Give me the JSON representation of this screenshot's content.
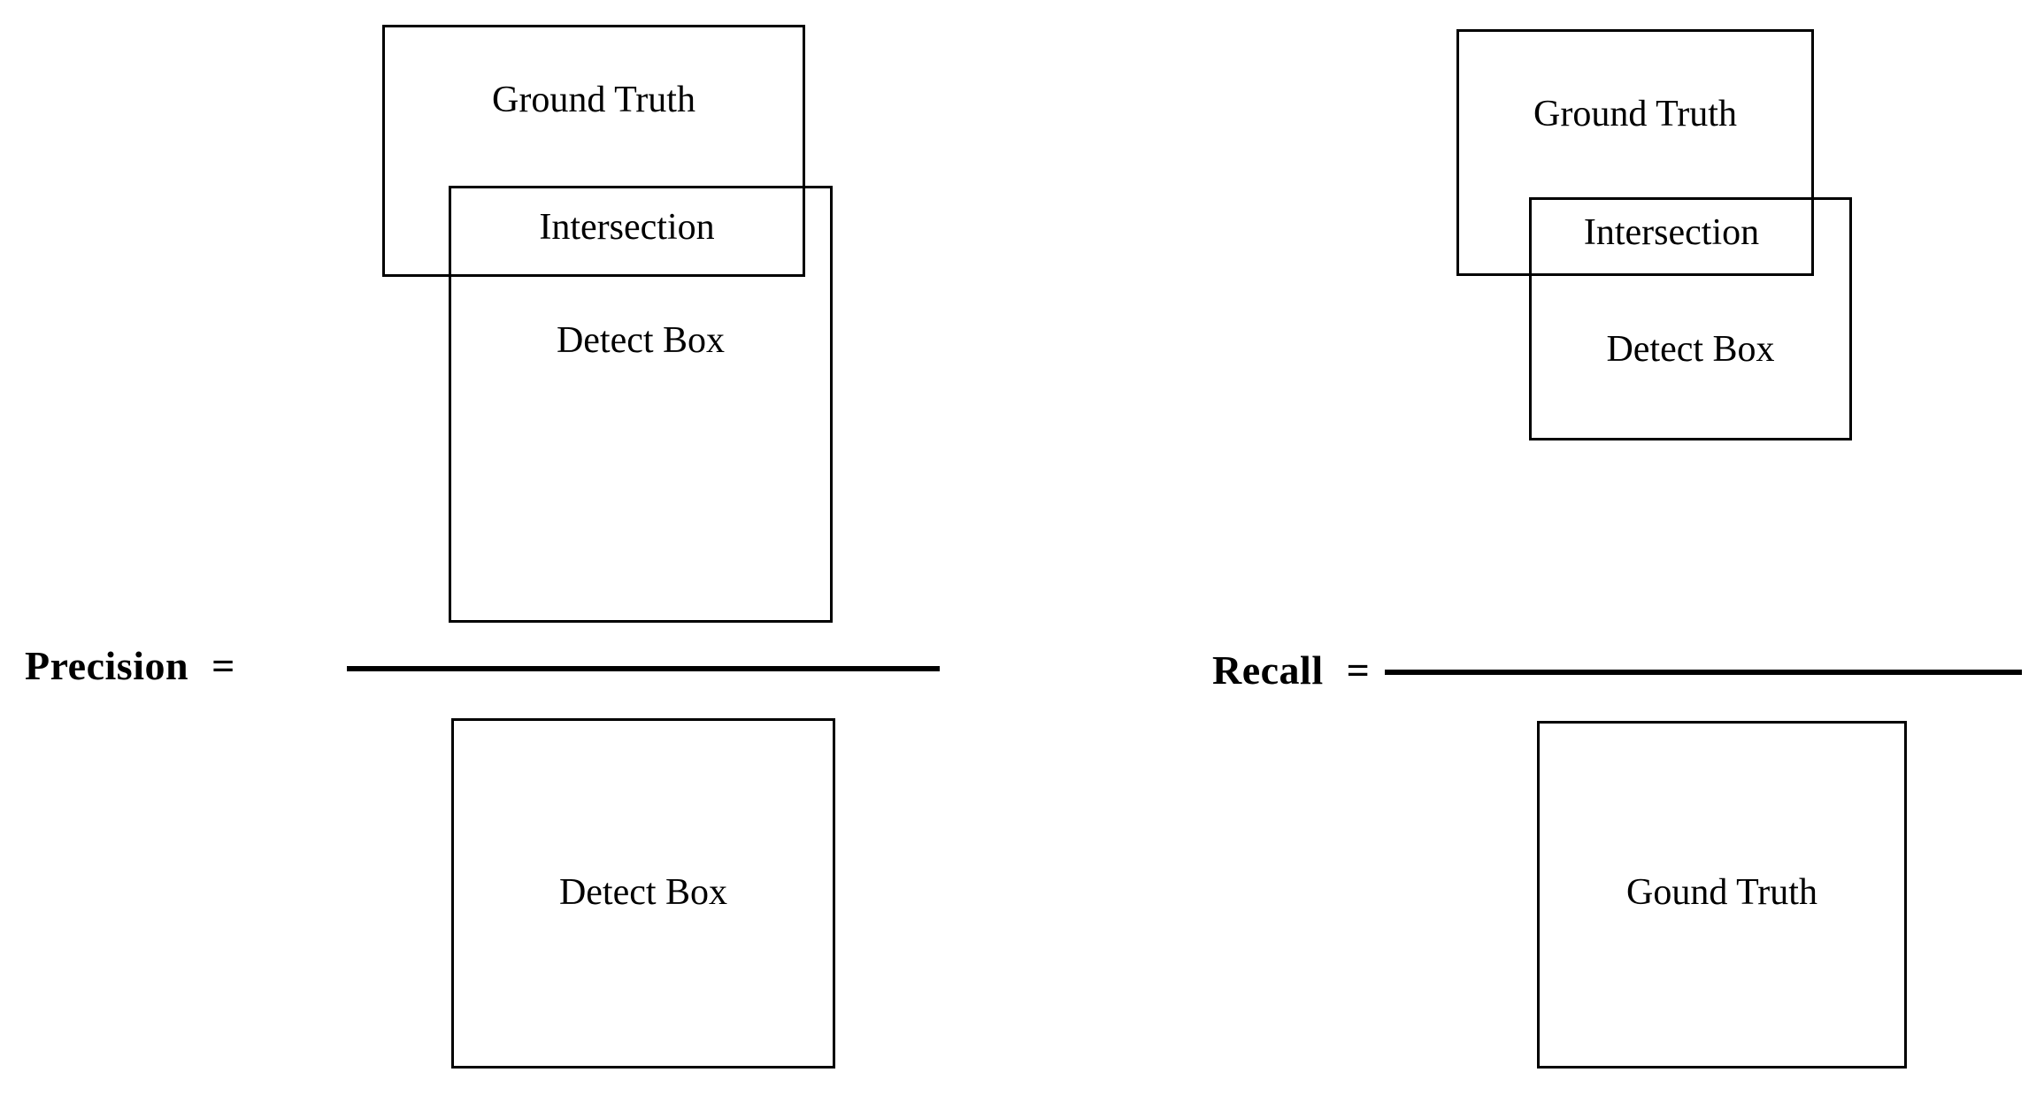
{
  "figure": {
    "type": "diagram",
    "description": "Definition of Precision and Recall as ratios of overlapping detection boxes",
    "background_color": "#ffffff",
    "line_color": "#000000"
  },
  "panels": [
    {
      "id": "precision",
      "label": "Precision",
      "equals": "=",
      "numerator": {
        "ground_truth_label": "Ground Truth",
        "intersection_label": "Intersection",
        "detect_box_label": "Detect Box"
      },
      "denominator": {
        "label": "Detect Box"
      }
    },
    {
      "id": "recall",
      "label": "Recall",
      "equals": "=",
      "numerator": {
        "ground_truth_label": "Ground Truth",
        "intersection_label": "Intersection",
        "detect_box_label": "Detect Box"
      },
      "denominator": {
        "label": "Gound Truth"
      }
    }
  ]
}
